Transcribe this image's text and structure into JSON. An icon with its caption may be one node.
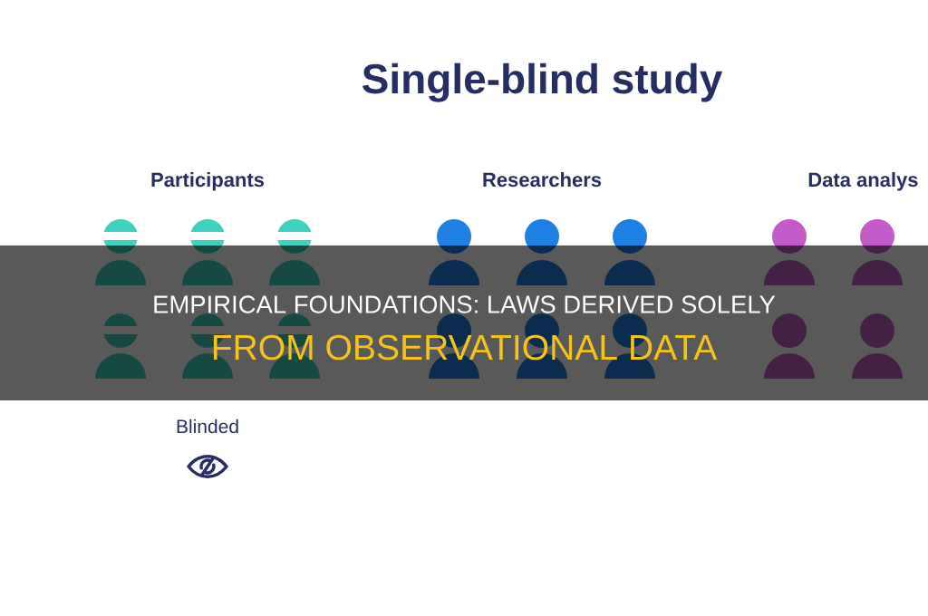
{
  "diagram": {
    "title": "Single-blind study",
    "labels": [
      "Participants",
      "Researchers",
      "Data analys",
      "EMPIRICAL FOUNDATIONS: LAWS DERIVED SOLELY",
      "FROM OBSERVATIONAL DATA",
      "Blinded"
    ]
  }
}
